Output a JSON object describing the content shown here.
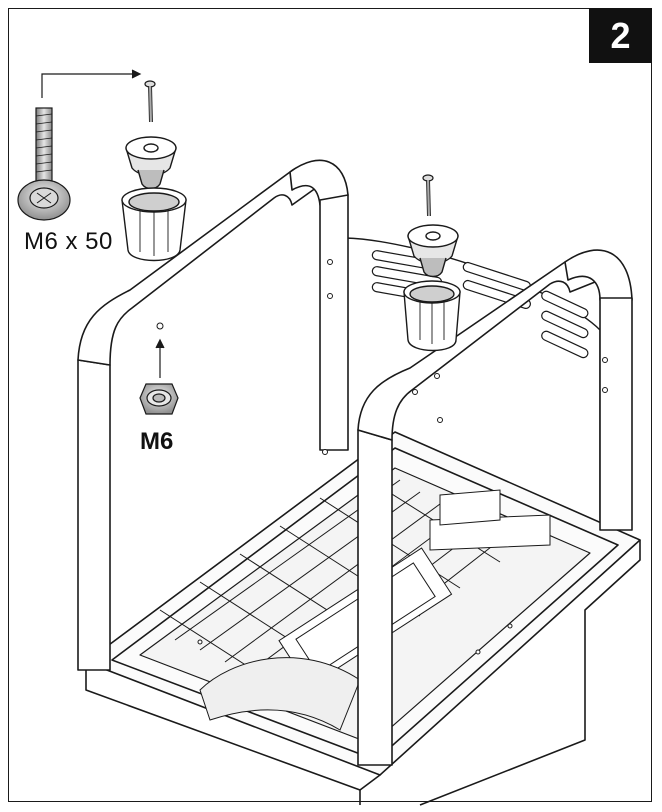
{
  "step": {
    "number": "2"
  },
  "parts": {
    "bolt_label": "M6 x 50",
    "nut_label": "M6"
  },
  "icons": [
    "bolt-icon",
    "nut-icon",
    "washer-icon",
    "sleeve-icon",
    "arrow-icon"
  ],
  "colors": {
    "line": "#1a1a1a",
    "badge_bg": "#111111",
    "badge_text": "#ffffff",
    "metal": "#c8c8c8"
  }
}
